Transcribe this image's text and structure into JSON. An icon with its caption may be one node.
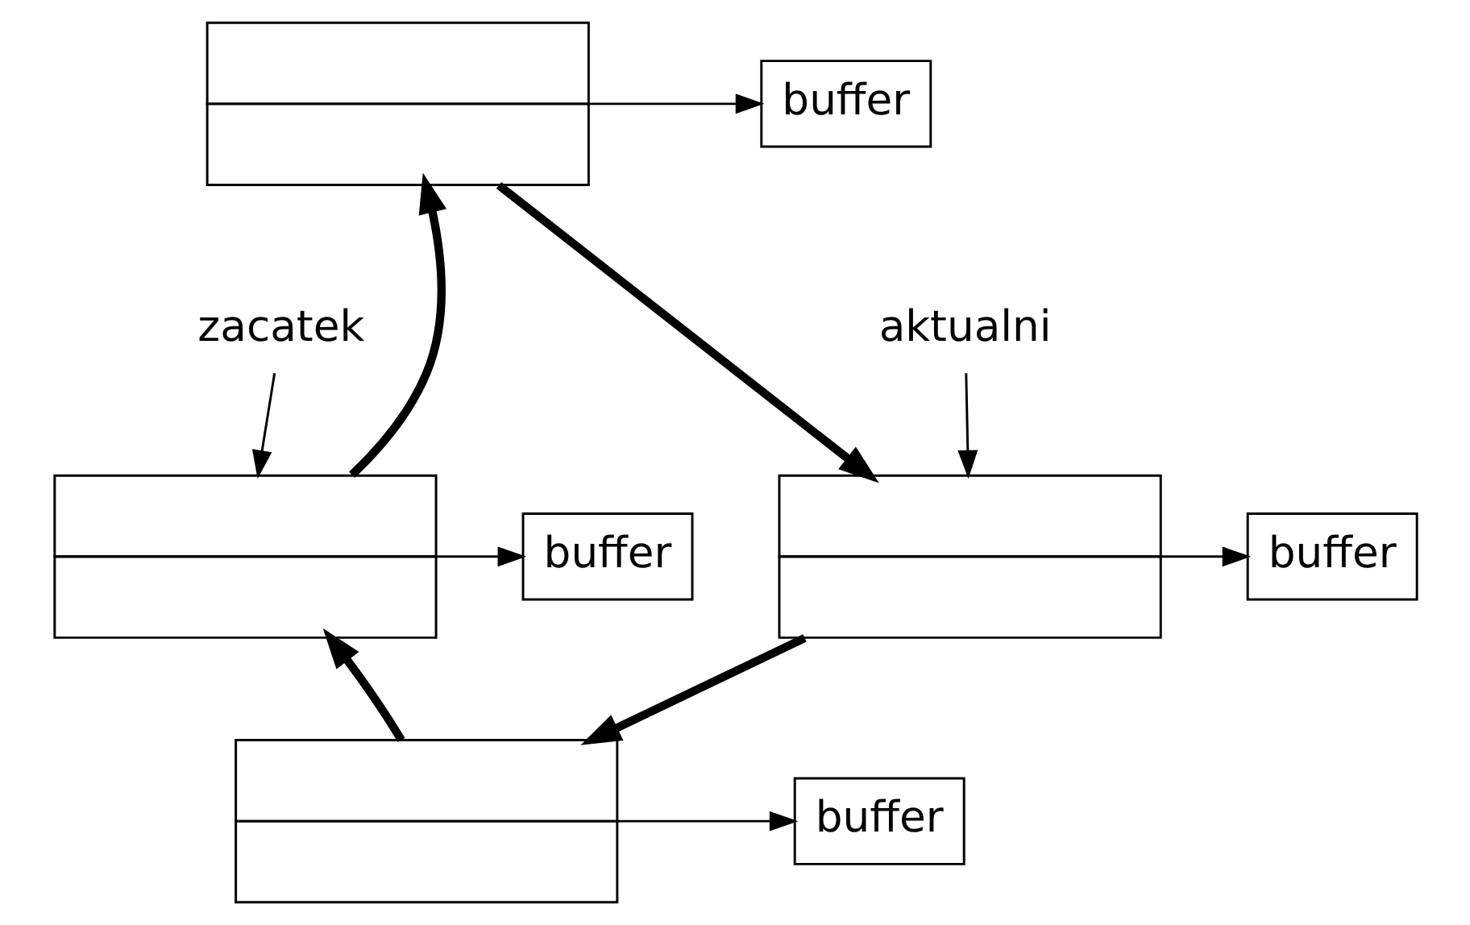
{
  "diagram": {
    "nodes": [
      {
        "text": [],
        "shape": "box"
      },
      {
        "text": [
          "buffer"
        ]
      },
      {
        "text": [
          "zacatek"
        ]
      },
      {
        "text": [
          "aktualni"
        ]
      },
      {
        "text": [],
        "shape": "box"
      },
      {
        "text": [
          "buffer"
        ]
      },
      {
        "text": [],
        "shape": "box"
      },
      {
        "text": [
          "buffer"
        ]
      },
      {
        "text": [],
        "shape": "box"
      },
      {
        "text": [
          "buffer"
        ]
      }
    ],
    "edges": [
      {
        "from": 0,
        "to": 1,
        "arrow": "to"
      },
      {
        "from": 4,
        "to": 5,
        "arrow": "to"
      },
      {
        "from": 6,
        "to": 7,
        "arrow": "to"
      },
      {
        "from": 8,
        "to": 9,
        "arrow": "to"
      },
      {
        "from": 2,
        "to": 4,
        "arrow": "to"
      },
      {
        "from": 3,
        "to": 6,
        "arrow": "to"
      },
      {
        "from": 4,
        "to": 0,
        "arrow": "to",
        "style": "thick"
      },
      {
        "from": 0,
        "to": 6,
        "arrow": "to",
        "style": "thick"
      },
      {
        "from": 6,
        "to": 8,
        "arrow": "to",
        "style": "thick"
      },
      {
        "from": 8,
        "to": 4,
        "arrow": "to",
        "style": "thick"
      }
    ]
  }
}
